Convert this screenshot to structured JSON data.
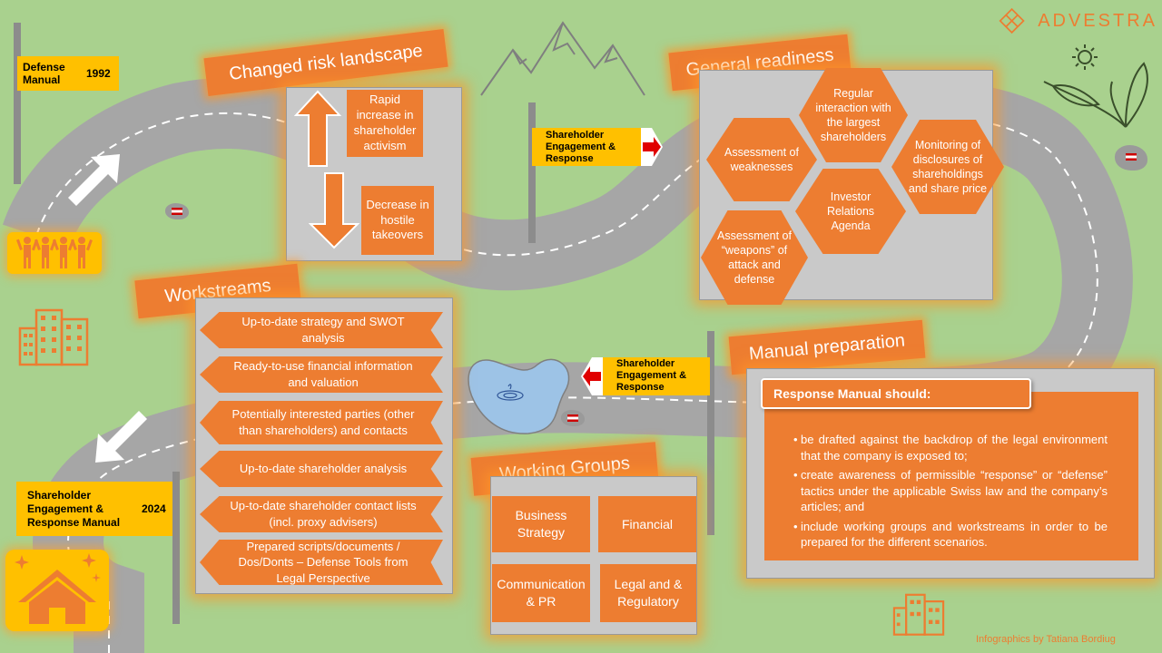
{
  "brand": {
    "name": "ADVESTRA"
  },
  "credit": "Infographics by Tatiana Bordiug",
  "milestones": {
    "start": {
      "label": "Defense Manual",
      "year": "1992"
    },
    "end": {
      "label": "Shareholder Engagement & Response Manual",
      "year": "2024"
    }
  },
  "risk": {
    "title": "Changed risk landscape",
    "up": "Rapid increase in shareholder activism",
    "down": "Decrease in hostile takeovers"
  },
  "signs": {
    "sign1": "Shareholder Engagement & Response",
    "sign2": "Shareholder Engagement & Response"
  },
  "readiness": {
    "title": "General readiness",
    "hexes": [
      "Assessment of weaknesses",
      "Regular interaction with the largest shareholders",
      "Monitoring of disclosures of shareholdings and share price",
      "Investor Relations Agenda",
      "Assessment of “weapons” of attack and defense"
    ]
  },
  "workstreams": {
    "title": "Workstreams",
    "items": [
      "Up-to-date strategy and SWOT analysis",
      "Ready-to-use financial information and valuation",
      "Potentially interested parties (other than shareholders) and contacts",
      "Up-to-date shareholder analysis",
      "Up-to-date shareholder contact lists (incl. proxy advisers)",
      "Prepared scripts/documents / Dos/Donts – Defense Tools from Legal Perspective"
    ]
  },
  "working_groups": {
    "title": "Working Groups",
    "items": [
      "Business Strategy",
      "Financial",
      "Communication & PR",
      "Legal and & Regulatory"
    ]
  },
  "manual": {
    "title": "Manual preparation",
    "heading": "Response Manual should:",
    "bullets": [
      "be drafted against the backdrop of the legal environment that the company is exposed to;",
      "create awareness of permissible “response” or “defense” tactics under the applicable Swiss law and the company’s articles; and",
      "include working groups and workstreams in order to be prepared for the different scenarios."
    ]
  },
  "colors": {
    "accent": "#ed7d31",
    "background": "#a9d18e",
    "yellow": "#ffc000",
    "road": "#a6a6a6"
  }
}
